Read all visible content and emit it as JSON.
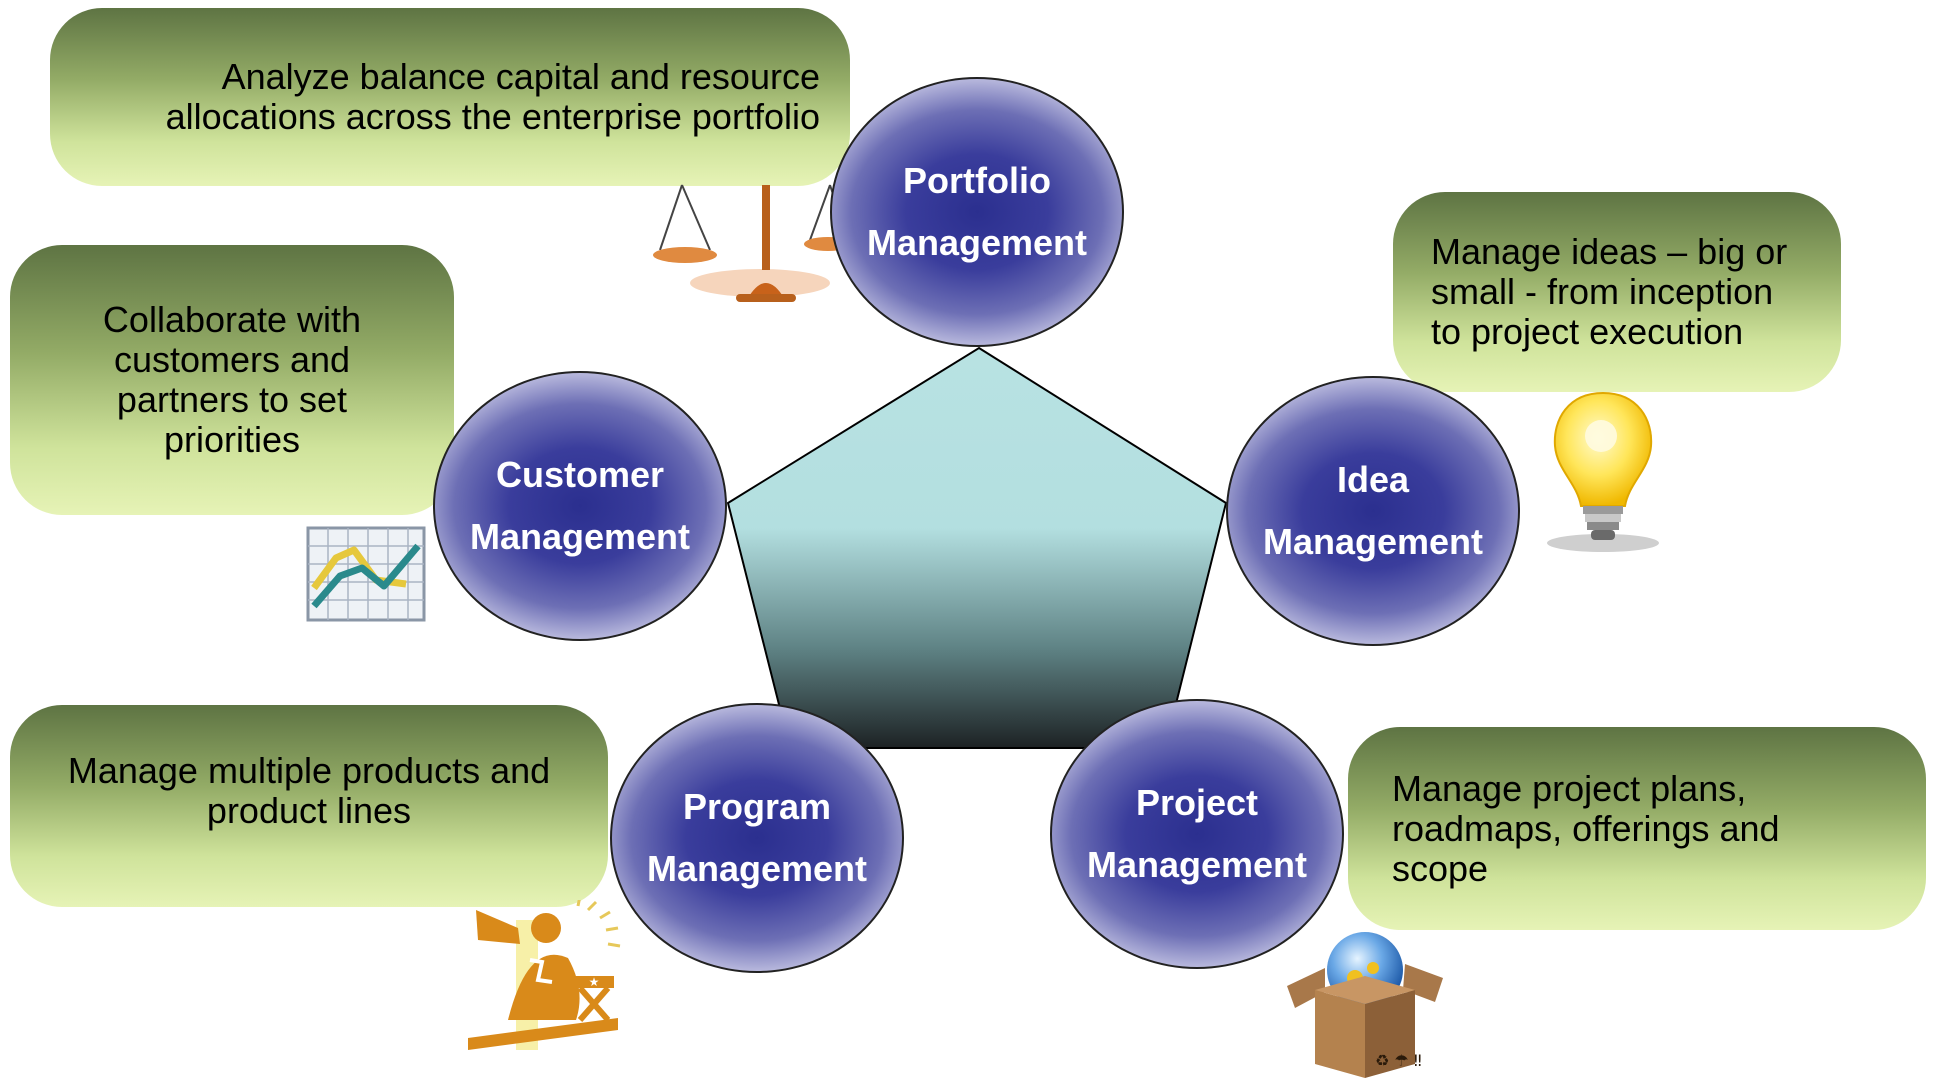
{
  "nodes": {
    "portfolio": {
      "line1": "Portfolio",
      "line2": "Management"
    },
    "idea": {
      "line1": "Idea",
      "line2": "Management"
    },
    "customer": {
      "line1": "Customer",
      "line2": "Management"
    },
    "program": {
      "line1": "Program",
      "line2": "Management"
    },
    "project": {
      "line1": "Project",
      "line2": "Management"
    }
  },
  "callouts": {
    "portfolio": {
      "lines": [
        "Analyze balance capital and resource",
        "allocations across the enterprise portfolio"
      ]
    },
    "idea": {
      "lines": [
        "Manage ideas – big or",
        "small - from inception",
        "to project execution"
      ]
    },
    "customer": {
      "lines": [
        "Collaborate with",
        "customers and",
        "partners to set",
        "priorities"
      ]
    },
    "program": {
      "lines": [
        "Manage multiple products and",
        "product lines"
      ]
    },
    "project": {
      "lines": [
        "Manage project plans,",
        "roadmaps, offerings and",
        "scope"
      ]
    }
  },
  "icons": {
    "portfolio": "balance-scale-icon",
    "idea": "light-bulb-icon",
    "customer": "line-chart-icon",
    "program": "director-megaphone-icon",
    "project": "globe-in-box-icon"
  },
  "colors": {
    "node_center": "#2b2f8f",
    "node_edge": "#f6f6ff",
    "callout_top": "#5e7443",
    "callout_bottom": "#e6f3b6",
    "pentagon_top": "#b8e2e2",
    "pentagon_bottom": "#1d2224",
    "icon_orange": "#d98a1a"
  }
}
